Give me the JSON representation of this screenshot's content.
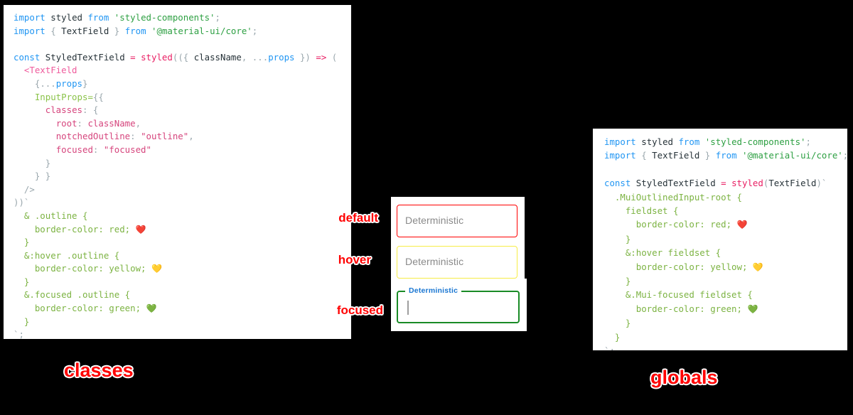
{
  "panels": {
    "classes": {
      "title": "classes",
      "code_lines": [
        "import styled from 'styled-components';",
        "import { TextField } from '@material-ui/core';",
        "",
        "const StyledTextField = styled(({ className, ...props }) => (",
        "  <TextField",
        "    {...props}",
        "    InputProps={{",
        "      classes: {",
        "        root: className,",
        "        notchedOutline: \"outline\",",
        "        focused: \"focused\"",
        "      }",
        "    } }",
        "  />",
        "))`",
        "  & .outline {",
        "    border-color: red; ❤️",
        "  }",
        "  &:hover .outline {",
        "    border-color: yellow; 💛",
        "  }",
        "  &.focused .outline {",
        "    border-color: green; 💚",
        "  }",
        "`;"
      ]
    },
    "globals": {
      "title": "globals",
      "code_lines": [
        "import styled from 'styled-components';",
        "import { TextField } from '@material-ui/core';",
        "",
        "const StyledTextField = styled(TextField)`",
        "  .MuiOutlinedInput-root {",
        "    fieldset {",
        "      border-color: red; ❤️",
        "    }",
        "    &:hover fieldset {",
        "      border-color: yellow; 💛",
        "    }",
        "    &.Mui-focused fieldset {",
        "      border-color: green; 💚",
        "    }",
        "  }",
        "`;"
      ]
    }
  },
  "demo": {
    "fields": [
      {
        "state": "default",
        "annotation": "default",
        "value": "Deterministic",
        "label": "",
        "border_color": "#ff0000",
        "focused": false
      },
      {
        "state": "hover",
        "annotation": "hover",
        "value": "Deterministic",
        "label": "",
        "border_color": "#f7ed46",
        "focused": false
      },
      {
        "state": "focused",
        "annotation": "focused",
        "value": "",
        "label": "Deterministic",
        "border_color": "#1a8b26",
        "focused": true
      }
    ]
  },
  "colors": {
    "background": "#000000",
    "panel": "#ffffff",
    "annotation": "#ff0000",
    "annotation_outline": "#ffffff",
    "red": "#ff0000",
    "yellow": "#f7ed46",
    "green": "#1a8b26",
    "label_blue": "#1976d2",
    "placeholder_grey": "#8a8a8a"
  }
}
